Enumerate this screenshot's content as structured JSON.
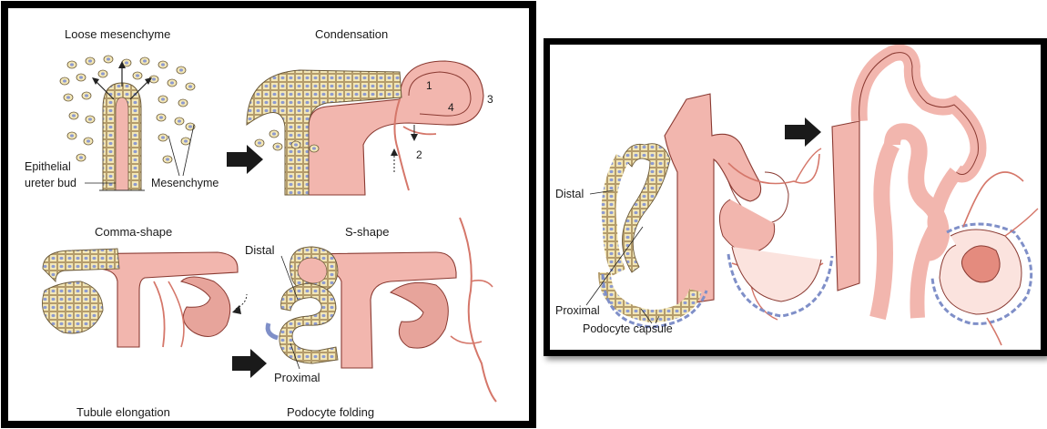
{
  "left_panel": {
    "labels": {
      "loose_mesenchyme": "Loose mesenchyme",
      "condensation": "Condensation",
      "epithelial": "Epithelial",
      "ureter_bud": "ureter bud",
      "mesenchyme": "Mesenchyme",
      "comma_shape": "Comma-shape",
      "s_shape": "S-shape",
      "distal": "Distal",
      "proximal": "Proximal",
      "tubule_elongation": "Tubule elongation",
      "podocyte_folding": "Podocyte folding"
    },
    "numbers": [
      "1",
      "2",
      "3",
      "4"
    ]
  },
  "right_panel": {
    "labels": {
      "distal": "Distal",
      "proximal": "Proximal",
      "podocyte_capsule": "Podocyte capsule"
    }
  },
  "colors": {
    "tubule_pink": "#f2b6ae",
    "tubule_outline": "#8a3a32",
    "vessel": "#d5776a",
    "cell_fill": "#f3e7b6",
    "nucleus_blue": "#7f8fc8",
    "arrow": "#1a1a1a"
  }
}
